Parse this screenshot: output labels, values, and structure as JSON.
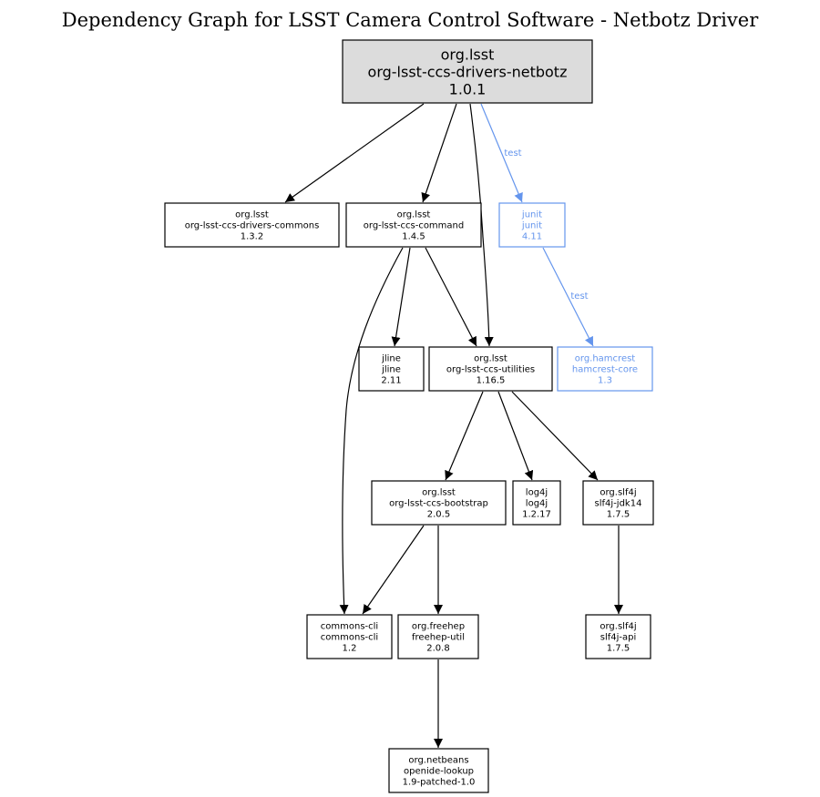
{
  "title": "Dependency Graph for LSST Camera Control Software - Netbotz Driver",
  "colors": {
    "default": "#000000",
    "test": "#6495ed",
    "root_fill": "#dcdcdc",
    "node_fill": "#ffffff"
  },
  "nodes": [
    {
      "id": "root",
      "group": "org.lsst",
      "artifact": "org-lsst-ccs-drivers-netbotz",
      "version": "1.0.1",
      "root": true
    },
    {
      "id": "drivers-commons",
      "group": "org.lsst",
      "artifact": "org-lsst-ccs-drivers-commons",
      "version": "1.3.2"
    },
    {
      "id": "ccs-command",
      "group": "org.lsst",
      "artifact": "org-lsst-ccs-command",
      "version": "1.4.5"
    },
    {
      "id": "junit",
      "group": "junit",
      "artifact": "junit",
      "version": "4.11",
      "scope": "test"
    },
    {
      "id": "jline",
      "group": "jline",
      "artifact": "jline",
      "version": "2.11"
    },
    {
      "id": "ccs-utilities",
      "group": "org.lsst",
      "artifact": "org-lsst-ccs-utilities",
      "version": "1.16.5"
    },
    {
      "id": "hamcrest",
      "group": "org.hamcrest",
      "artifact": "hamcrest-core",
      "version": "1.3",
      "scope": "test"
    },
    {
      "id": "ccs-bootstrap",
      "group": "org.lsst",
      "artifact": "org-lsst-ccs-bootstrap",
      "version": "2.0.5"
    },
    {
      "id": "log4j",
      "group": "log4j",
      "artifact": "log4j",
      "version": "1.2.17"
    },
    {
      "id": "slf4j-jdk14",
      "group": "org.slf4j",
      "artifact": "slf4j-jdk14",
      "version": "1.7.5"
    },
    {
      "id": "commons-cli",
      "group": "commons-cli",
      "artifact": "commons-cli",
      "version": "1.2"
    },
    {
      "id": "freehep-util",
      "group": "org.freehep",
      "artifact": "freehep-util",
      "version": "2.0.8"
    },
    {
      "id": "slf4j-api",
      "group": "org.slf4j",
      "artifact": "slf4j-api",
      "version": "1.7.5"
    },
    {
      "id": "openide-lookup",
      "group": "org.netbeans",
      "artifact": "openide-lookup",
      "version": "1.9-patched-1.0"
    }
  ],
  "edges": [
    {
      "from": "root",
      "to": "drivers-commons"
    },
    {
      "from": "root",
      "to": "ccs-command"
    },
    {
      "from": "root",
      "to": "ccs-utilities"
    },
    {
      "from": "root",
      "to": "junit",
      "label": "test",
      "scope": "test"
    },
    {
      "from": "junit",
      "to": "hamcrest",
      "label": "test",
      "scope": "test"
    },
    {
      "from": "ccs-command",
      "to": "commons-cli"
    },
    {
      "from": "ccs-command",
      "to": "jline"
    },
    {
      "from": "ccs-command",
      "to": "ccs-utilities"
    },
    {
      "from": "ccs-utilities",
      "to": "ccs-bootstrap"
    },
    {
      "from": "ccs-utilities",
      "to": "log4j"
    },
    {
      "from": "ccs-utilities",
      "to": "slf4j-jdk14"
    },
    {
      "from": "ccs-bootstrap",
      "to": "commons-cli"
    },
    {
      "from": "ccs-bootstrap",
      "to": "freehep-util"
    },
    {
      "from": "slf4j-jdk14",
      "to": "slf4j-api"
    },
    {
      "from": "freehep-util",
      "to": "openide-lookup"
    }
  ]
}
